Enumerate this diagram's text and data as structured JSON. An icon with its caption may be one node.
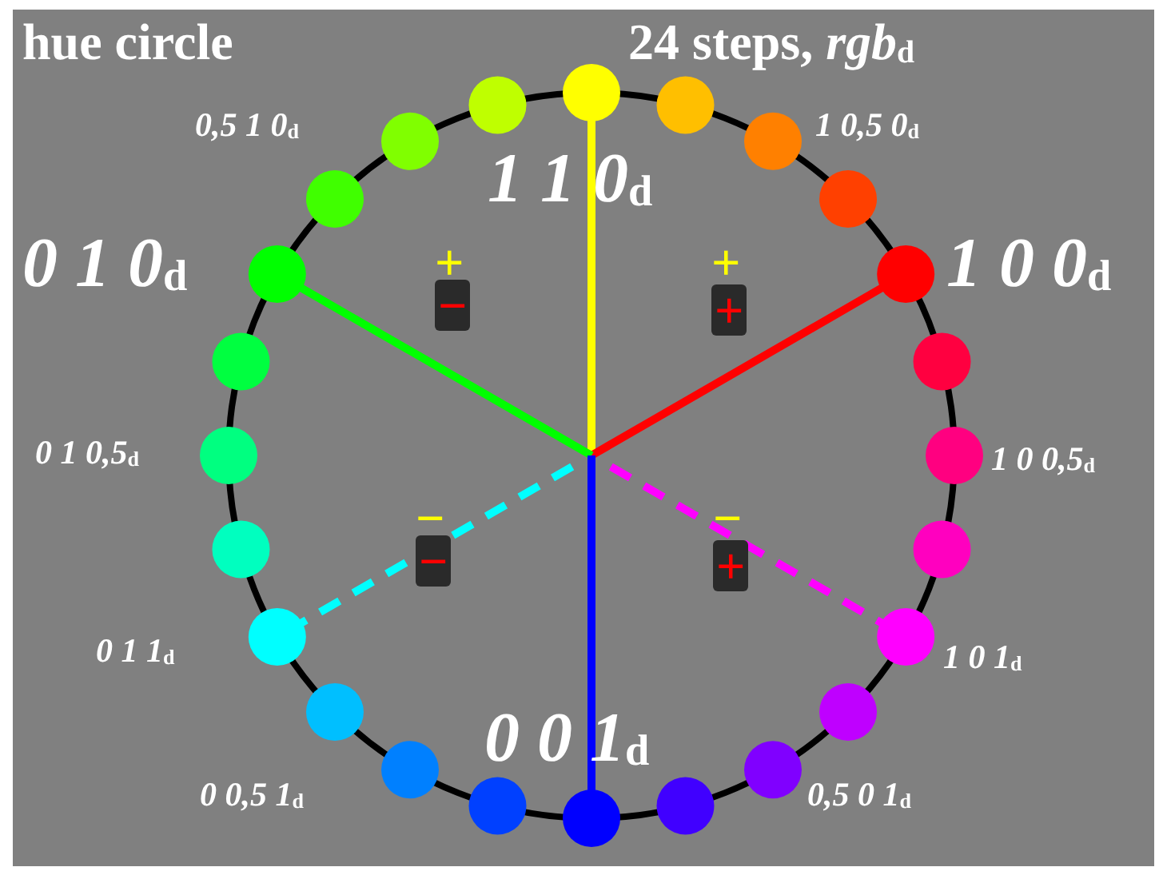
{
  "diagram": {
    "title": "hue circle",
    "labels": [
      "24 steps, *rgb*$_{d}$",
      "*0,5 1 0*$_{d}$",
      "*1 0,5 0*$_{d}$",
      "*1 1 0*$_{d}$",
      "*0 1 0*$_{d}$",
      "+",
      "+",
      "*1 0 0*$_{d}$",
      "−",
      "+",
      "*0 1 0,5*$_{d}$",
      "*1 0 0,5*$_{d}$",
      "−",
      "−",
      "−",
      "+",
      "*0 1 1*$_{d}$",
      "*1 0 1*$_{d}$",
      "*0 0 1*$_{d}$",
      "*0 0,5 1*$_{d}$",
      "*0,5 0 1*$_{d}$"
    ]
  }
}
